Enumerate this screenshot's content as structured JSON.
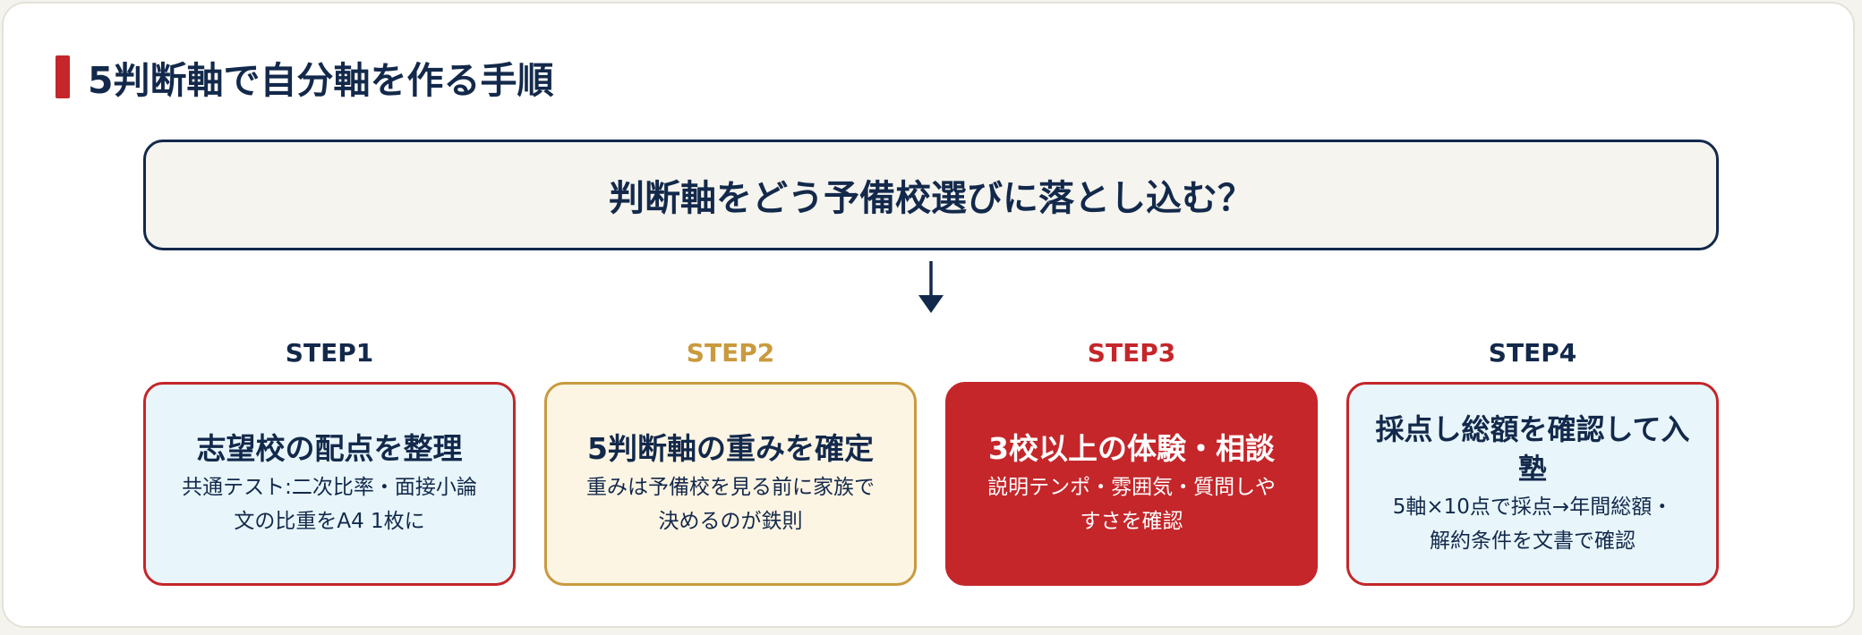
{
  "title": "5判断軸で自分軸を作る手順",
  "question": "判断軸をどう予備校選びに落とし込む？",
  "steps": [
    {
      "label": "STEP1",
      "heading": "志望校の配点を整理",
      "desc_line1": "共通テスト:二次比率・面接小論",
      "desc_line2": "文の比重をA4 1枚に",
      "label_color": "#13294b"
    },
    {
      "label": "STEP2",
      "heading": "5判断軸の重みを確定",
      "desc_line1": "重みは予備校を見る前に家族で",
      "desc_line2": "決めるのが鉄則",
      "label_color": "#c99a3e"
    },
    {
      "label": "STEP3",
      "heading": "3校以上の体験・相談",
      "desc_line1": "説明テンポ・雰囲気・質問しや",
      "desc_line2": "すさを確認",
      "label_color": "#c4262a"
    },
    {
      "label": "STEP4",
      "heading_line1": "採点し総額を確認して入",
      "heading_line2": "塾",
      "desc_line1": "5軸×10点で採点→年間総額・",
      "desc_line2": "解約条件を文書で確認",
      "label_color": "#13294b"
    }
  ],
  "colors": {
    "navy": "#13294b",
    "red": "#c4262a",
    "gold": "#c99a3e",
    "light_blue": "#e8f6fc",
    "cream": "#fdf5e4"
  }
}
